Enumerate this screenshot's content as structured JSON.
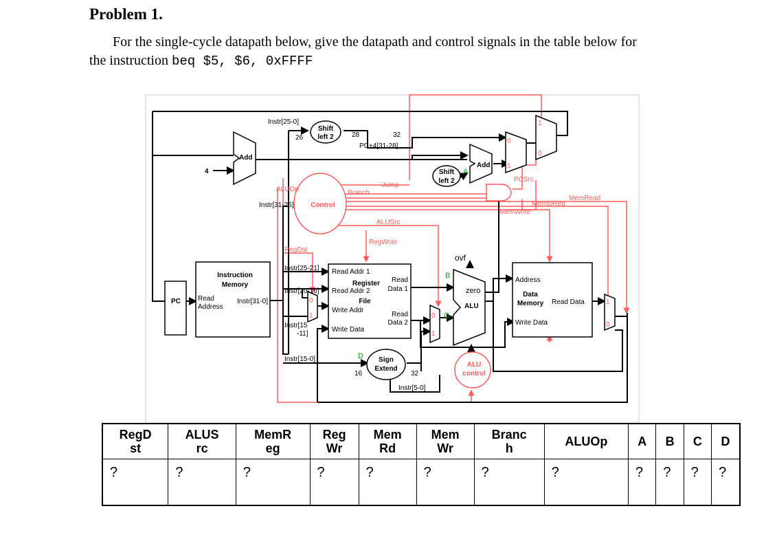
{
  "problem": {
    "title": "Problem 1.",
    "line1": "For the single-cycle datapath below, give the datapath and control signals in the table below for",
    "line2_text": "the instruction ",
    "instruction": "beq $5, $6, 0xFFFF"
  },
  "diagram": {
    "pc": "PC",
    "instruction_memory": [
      "Instruction",
      "Memory"
    ],
    "read_address": [
      "Read",
      "Address"
    ],
    "instr31_0": "Instr[31-0]",
    "add": "Add",
    "four": "4",
    "instr25_0": "Instr[25-0]",
    "shift_left_2": [
      "Shift",
      "left 2"
    ],
    "n26": "26",
    "n28": "28",
    "n32": "32",
    "pc4": "PC+4[31-28]",
    "jump": "Jump",
    "branch": "Branch",
    "aluop": "ALUOp",
    "control": "Control",
    "instr31_26": "Instr[31-26]",
    "alusrc": "ALUSrc",
    "regwrite": "RegWrite",
    "regdst": "RegDst",
    "pcsrc": "PCSrc",
    "memread": "MemRead",
    "memtoreg": "MemtoReg",
    "memwrite": "MemWrite",
    "instr25_21": "Instr[25-21]",
    "instr20_16": "Instr[20-16]",
    "instr15_11": [
      "Instr[15",
      "-11]"
    ],
    "instr15_0": "Instr[15-0]",
    "read_addr1": "Read Addr 1",
    "read_addr2": "Read Addr 2",
    "register_file": [
      "Register",
      "File"
    ],
    "write_addr": "Write Addr",
    "write_data": "Write Data",
    "read_data1": [
      "Read",
      "Data 1"
    ],
    "read_data2": [
      "Read",
      "Data 2"
    ],
    "sign_extend": [
      "Sign",
      "Extend"
    ],
    "n16": "16",
    "instr5_0": "Instr[5-0]",
    "alu": "ALU",
    "zero": "zero",
    "ovf": "ovf",
    "alu_control": [
      "ALU",
      "control"
    ],
    "address": "Address",
    "data_memory": [
      "Data",
      "Memory"
    ],
    "read_data": "Read Data",
    "dm_write_data": "Write Data",
    "mux_zero": "0",
    "mux_one": "1",
    "label_a": "A",
    "label_b": "B",
    "label_c": "C",
    "label_d": "D"
  },
  "table": {
    "headers": [
      [
        "RegD",
        "st"
      ],
      [
        "ALUS",
        "rc"
      ],
      [
        "MemR",
        "eg"
      ],
      [
        "Reg",
        "Wr"
      ],
      [
        "Mem",
        "Rd"
      ],
      [
        "Mem",
        "Wr"
      ],
      [
        "Branc",
        "h"
      ],
      [
        "ALUOp",
        ""
      ],
      [
        "A",
        ""
      ],
      [
        "B",
        ""
      ],
      [
        "C",
        ""
      ],
      [
        "D",
        ""
      ]
    ],
    "values": [
      "?",
      "?",
      "?",
      "?",
      "?",
      "?",
      "?",
      "?",
      "?",
      "?",
      "?",
      "?"
    ]
  },
  "colors": {
    "control_wire": "#ff5a5a",
    "signal_green": "#00aa00",
    "wire": "#000000"
  }
}
